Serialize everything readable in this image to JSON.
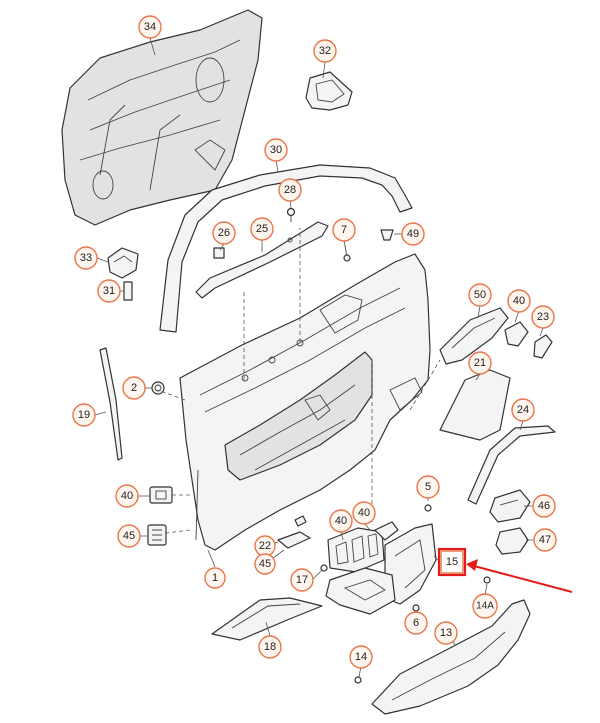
{
  "diagram": {
    "callouts": [
      {
        "id": "34",
        "label": "34"
      },
      {
        "id": "32",
        "label": "32"
      },
      {
        "id": "30",
        "label": "30"
      },
      {
        "id": "28",
        "label": "28"
      },
      {
        "id": "26",
        "label": "26"
      },
      {
        "id": "25",
        "label": "25"
      },
      {
        "id": "7",
        "label": "7"
      },
      {
        "id": "49",
        "label": "49"
      },
      {
        "id": "33",
        "label": "33"
      },
      {
        "id": "31",
        "label": "31"
      },
      {
        "id": "50",
        "label": "50"
      },
      {
        "id": "40a",
        "label": "40"
      },
      {
        "id": "23",
        "label": "23"
      },
      {
        "id": "2",
        "label": "2"
      },
      {
        "id": "21",
        "label": "21"
      },
      {
        "id": "19",
        "label": "19"
      },
      {
        "id": "24",
        "label": "24"
      },
      {
        "id": "5",
        "label": "5"
      },
      {
        "id": "40b",
        "label": "40"
      },
      {
        "id": "46",
        "label": "46"
      },
      {
        "id": "40c",
        "label": "40"
      },
      {
        "id": "40d",
        "label": "40"
      },
      {
        "id": "45a",
        "label": "45"
      },
      {
        "id": "22",
        "label": "22"
      },
      {
        "id": "45b",
        "label": "45"
      },
      {
        "id": "47",
        "label": "47"
      },
      {
        "id": "1",
        "label": "1"
      },
      {
        "id": "17",
        "label": "17"
      },
      {
        "id": "15",
        "label": "15"
      },
      {
        "id": "14A",
        "label": "14A"
      },
      {
        "id": "6",
        "label": "6"
      },
      {
        "id": "18",
        "label": "18"
      },
      {
        "id": "13",
        "label": "13"
      },
      {
        "id": "14",
        "label": "14"
      }
    ],
    "highlight": {
      "target": "15"
    },
    "colors": {
      "callout_stroke": "#e8764a",
      "callout_fill": "#fff6ef",
      "highlight": "#e41b1b",
      "line": "#333333"
    }
  }
}
